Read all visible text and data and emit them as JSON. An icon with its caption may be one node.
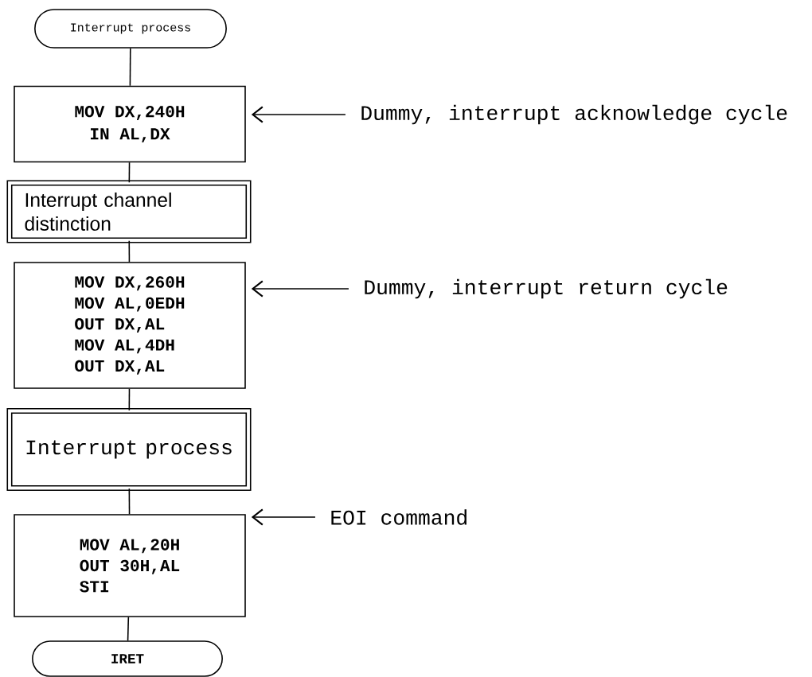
{
  "diagram": {
    "nodes": [
      {
        "text": [
          "Interrupt process"
        ]
      },
      {
        "text": [
          "MOV DX,240H",
          "IN AL,DX"
        ]
      },
      {
        "text": [
          "Interrupt channel distinction"
        ]
      },
      {
        "text": [
          "MOV DX,260H",
          "MOV AL,0EDH",
          "OUT DX,AL",
          "MOV AL,4DH",
          "OUT DX,AL"
        ]
      },
      {
        "text": [
          "Interrupt process"
        ]
      },
      {
        "text": [
          "MOV AL,20H",
          "OUT 30H,AL",
          "STI"
        ]
      },
      {
        "text": [
          "IRET"
        ]
      },
      {
        "text": [
          "Dummy, interrupt acknowledge cycle"
        ]
      },
      {
        "text": [
          "Dummy, interrupt return cycle"
        ]
      },
      {
        "text": [
          "EOI command"
        ]
      }
    ],
    "edges": [
      {
        "from": 0,
        "to": 1,
        "arrow": "none"
      },
      {
        "from": 1,
        "to": 2,
        "arrow": "none"
      },
      {
        "from": 2,
        "to": 3,
        "arrow": "none"
      },
      {
        "from": 3,
        "to": 4,
        "arrow": "none"
      },
      {
        "from": 4,
        "to": 5,
        "arrow": "none"
      },
      {
        "from": 5,
        "to": 6,
        "arrow": "none"
      },
      {
        "from": 7,
        "to": 1,
        "arrow": "to"
      },
      {
        "from": 8,
        "to": 3,
        "arrow": "to"
      },
      {
        "from": 9,
        "to": 5,
        "arrow": "to"
      }
    ]
  }
}
